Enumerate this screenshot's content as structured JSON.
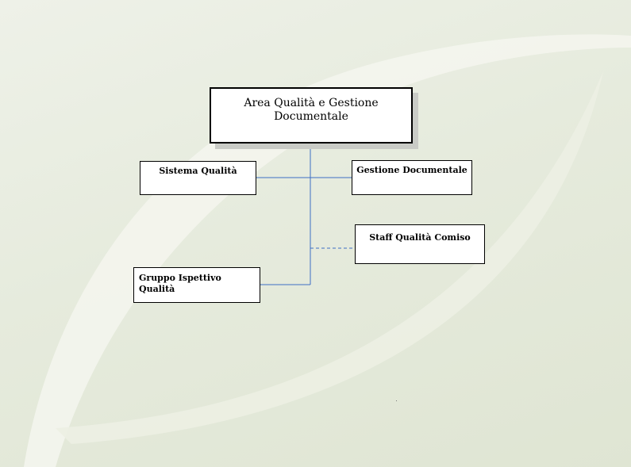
{
  "org_chart": {
    "root": "Area Qualità e Gestione Documentale",
    "sistema": "Sistema Qualità",
    "gestione": "Gestione Documentale",
    "staff": "Staff Qualità Comiso",
    "gruppo": "Gruppo Ispettivo Qualità"
  },
  "colors": {
    "connector": "#3d6fc4",
    "background": "#e6ebdd",
    "swoosh": "#f5f6f0"
  }
}
